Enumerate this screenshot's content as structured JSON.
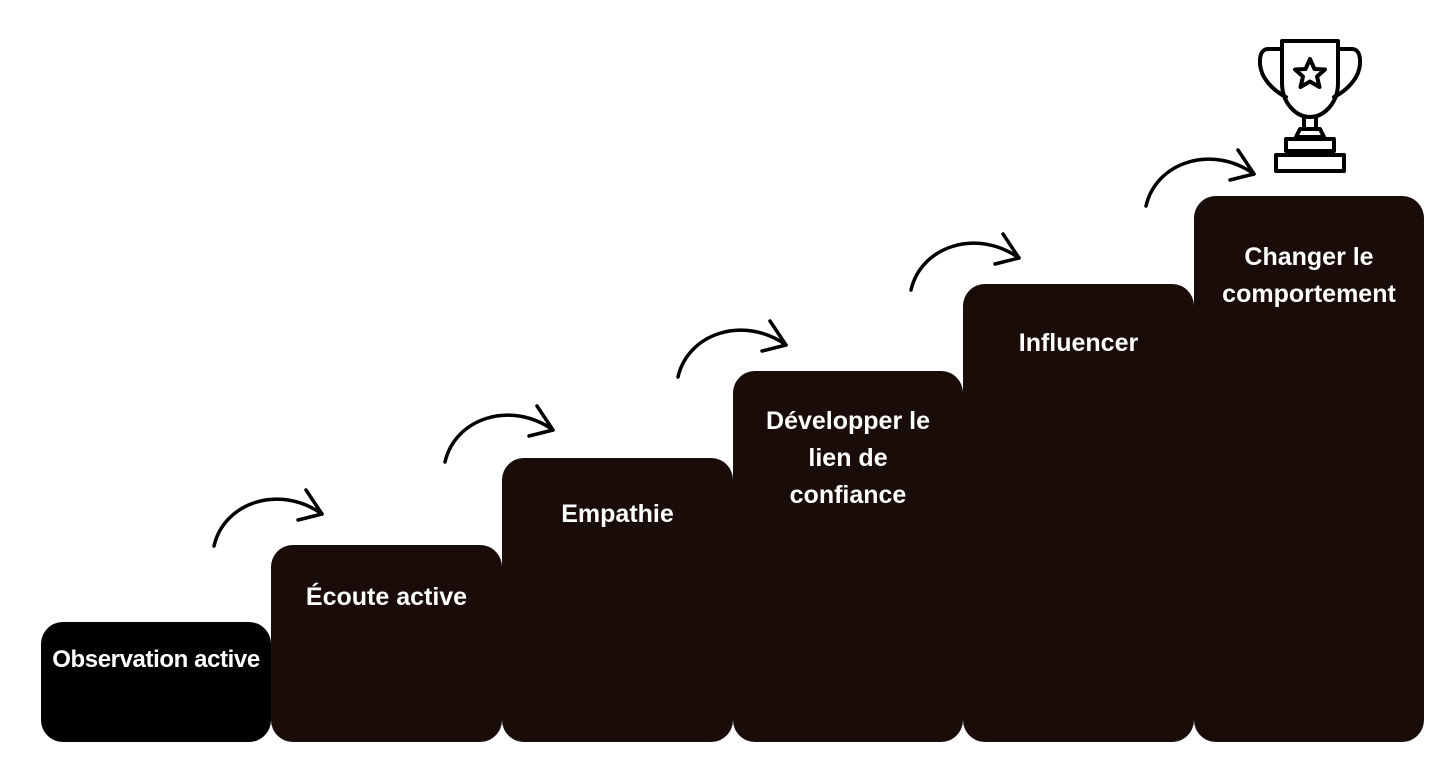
{
  "colors": {
    "first_step": "#000000",
    "step": "#1a0c09",
    "arrow": "#000000",
    "text": "#ffffff"
  },
  "steps": [
    {
      "label": "Observation active"
    },
    {
      "label": "Écoute active"
    },
    {
      "label": "Empathie"
    },
    {
      "label": "Développer le\nlien de\nconfiance"
    },
    {
      "label": "Influencer"
    },
    {
      "label": "Changer le\ncomportement"
    }
  ],
  "icons": {
    "arrow": "curved-arrow-icon",
    "goal": "trophy-icon"
  }
}
